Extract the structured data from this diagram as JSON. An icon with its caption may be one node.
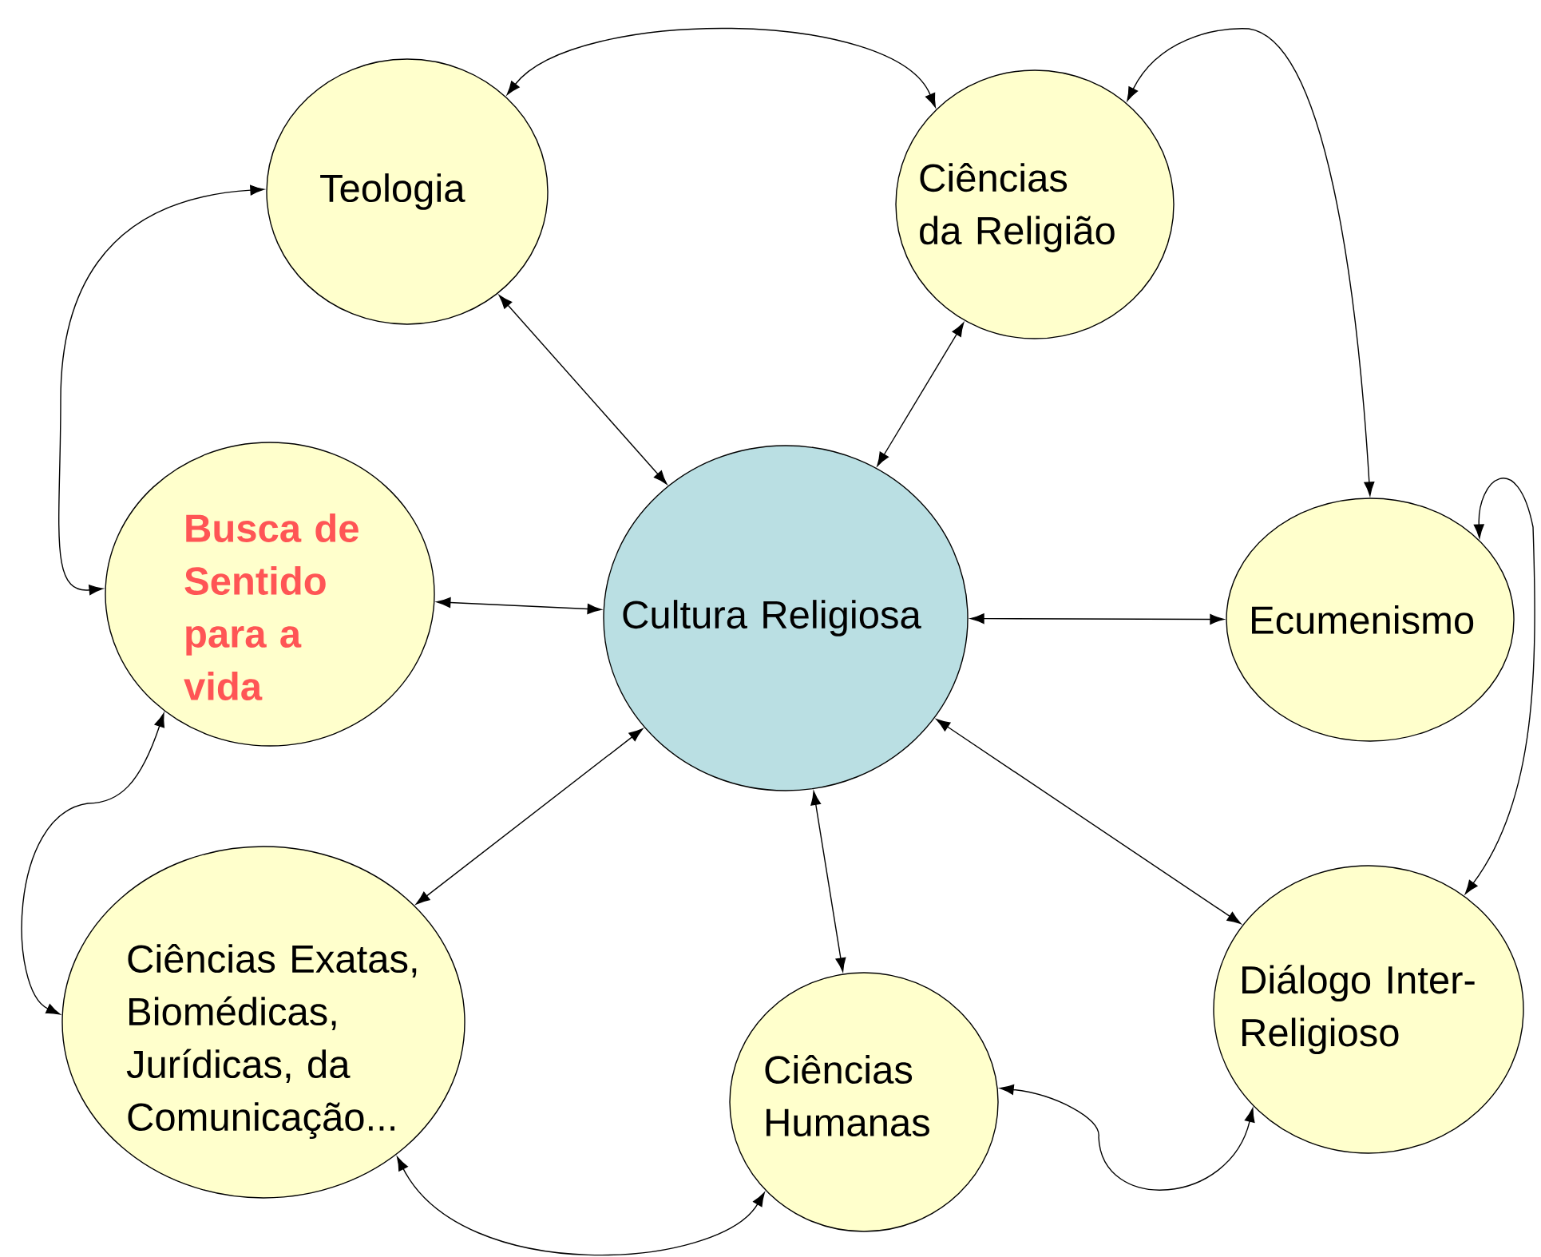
{
  "diagram": {
    "nodes": [
      {
        "text": [
          "Teologia"
        ]
      },
      {
        "text": [
          "Ciências da Religião"
        ]
      },
      {
        "text": [
          "Busca de Sentido para a vida"
        ]
      },
      {
        "text": [
          "Cultura Religiosa"
        ]
      },
      {
        "text": [
          "Ecumenismo"
        ]
      },
      {
        "text": [
          "Ciências Exatas, Biomédicas, Jurídicas, da Comunicação..."
        ]
      },
      {
        "text": [
          "Ciências Humanas"
        ]
      },
      {
        "text": [
          "Diálogo Inter-Religioso"
        ]
      }
    ],
    "edges": [
      {
        "from": 0,
        "to": 1,
        "arrow": "both"
      },
      {
        "from": 1,
        "to": 4,
        "arrow": "both"
      },
      {
        "from": 0,
        "to": 2,
        "arrow": "both"
      },
      {
        "from": 0,
        "to": 3,
        "arrow": "both"
      },
      {
        "from": 1,
        "to": 3,
        "arrow": "both"
      },
      {
        "from": 2,
        "to": 3,
        "arrow": "both"
      },
      {
        "from": 3,
        "to": 4,
        "arrow": "both"
      },
      {
        "from": 4,
        "to": 7,
        "arrow": "both"
      },
      {
        "from": 3,
        "to": 5,
        "arrow": "both"
      },
      {
        "from": 3,
        "to": 6,
        "arrow": "both"
      },
      {
        "from": 3,
        "to": 7,
        "arrow": "both"
      },
      {
        "from": 2,
        "to": 5,
        "arrow": "both"
      },
      {
        "from": 5,
        "to": 6,
        "arrow": "both"
      },
      {
        "from": 6,
        "to": 7,
        "arrow": "both"
      }
    ]
  }
}
